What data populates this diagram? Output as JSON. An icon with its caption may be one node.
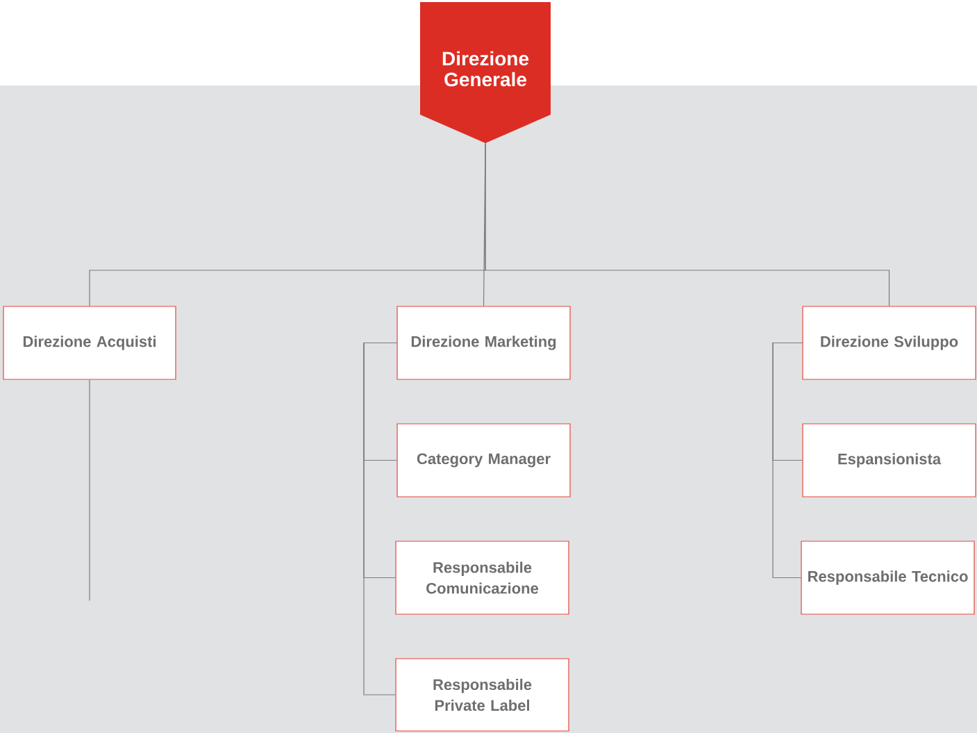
{
  "diagram": {
    "nodes": [
      {
        "text": [
          "Direzione Generale"
        ]
      },
      {
        "text": [
          "Direzione Acquisti"
        ]
      },
      {
        "text": [
          "Direzione Marketing"
        ]
      },
      {
        "text": [
          "Direzione Sviluppo"
        ]
      },
      {
        "text": [
          "Category Manager"
        ]
      },
      {
        "text": [
          "Responsabile Comunicazione"
        ]
      },
      {
        "text": [
          "Responsabile Private Label"
        ]
      },
      {
        "text": [
          "Espansionista"
        ]
      },
      {
        "text": [
          "Responsabile Tecnico"
        ]
      }
    ],
    "edges": [
      {
        "from": 0,
        "to": 1,
        "arrow": "none"
      },
      {
        "from": 0,
        "to": 2,
        "arrow": "none"
      },
      {
        "from": 0,
        "to": 3,
        "arrow": "none"
      },
      {
        "from": 1,
        "to": null,
        "arrow": "none"
      },
      {
        "from": 2,
        "to": 4,
        "arrow": "none"
      },
      {
        "from": 2,
        "to": 5,
        "arrow": "none"
      },
      {
        "from": 2,
        "to": 6,
        "arrow": "none"
      },
      {
        "from": 3,
        "to": 7,
        "arrow": "none"
      },
      {
        "from": 3,
        "to": 8,
        "arrow": "none"
      }
    ]
  }
}
